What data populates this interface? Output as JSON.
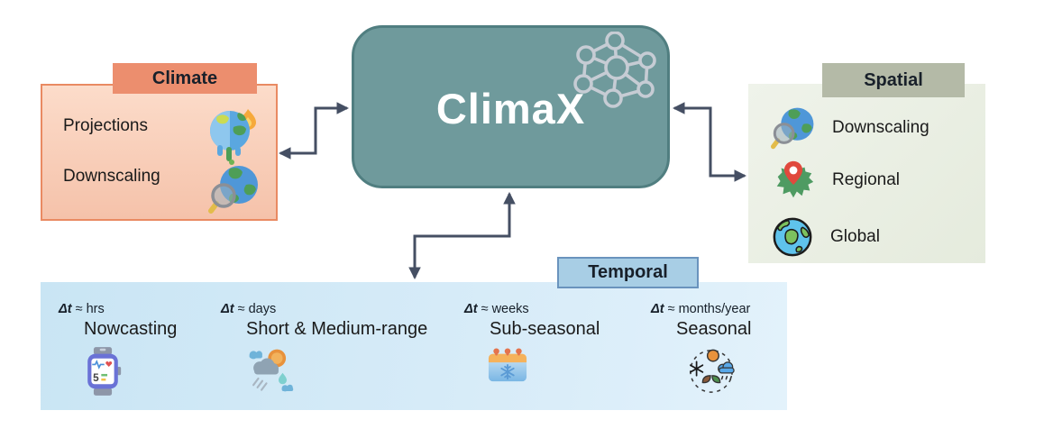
{
  "center": {
    "title": "ClimaX",
    "fill": "#6f9a9c",
    "border": "#507e80",
    "title_color": "#ffffff",
    "nn_icon": "neural-network-icon"
  },
  "climate": {
    "tab": "Climate",
    "tab_color": "#ec8e6e",
    "border_color": "#e98a62",
    "items": [
      {
        "label": "Projections",
        "icon": "melting-earth-fire-icon"
      },
      {
        "label": "Downscaling",
        "icon": "earth-magnifier-icon"
      }
    ]
  },
  "spatial": {
    "tab": "Spatial",
    "tab_color": "#b4baa7",
    "items": [
      {
        "label": "Downscaling",
        "icon": "earth-magnifier-icon"
      },
      {
        "label": "Regional",
        "icon": "map-pin-icon"
      },
      {
        "label": "Global",
        "icon": "globe-icon"
      }
    ]
  },
  "temporal": {
    "tab": "Temporal",
    "tab_color": "#a8cee5",
    "tab_border": "#6a93bd",
    "items": [
      {
        "delta_var": "Δt",
        "delta_rest": "≈ hrs",
        "label": "Nowcasting",
        "icon": "smartwatch-icon"
      },
      {
        "delta_var": "Δt",
        "delta_rest": "≈ days",
        "label": "Short & Medium-range",
        "icon": "sun-cloud-rain-icon"
      },
      {
        "delta_var": "Δt",
        "delta_rest": "≈ weeks",
        "label": "Sub-seasonal",
        "icon": "calendar-snowflake-icon"
      },
      {
        "delta_var": "Δt",
        "delta_rest": "≈ months/year",
        "label": "Seasonal",
        "icon": "four-seasons-icon"
      }
    ]
  },
  "icons": {
    "smartwatch_digit": "5"
  },
  "connectors": {
    "color": "#454f63"
  }
}
